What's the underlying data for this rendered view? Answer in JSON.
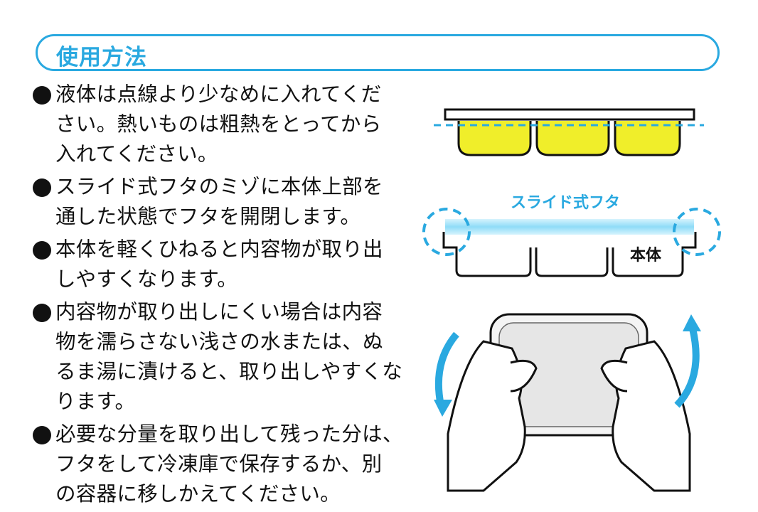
{
  "header": {
    "title": "使用方法"
  },
  "instructions": [
    {
      "text": "液体は点線より少なめに入れてくだ\nさい。熱いものは粗熱をとってから\n入れてください。"
    },
    {
      "text": "スライド式フタのミゾに本体上部を\n通した状態でフタを開閉します。"
    },
    {
      "text": "本体を軽くひねると内容物が取り出\nしやすくなります。"
    },
    {
      "text": "内容物が取り出しにくい場合は内容\n物を濡らさない浅さの水または、ぬ\nるま湯に漬けると、取り出しやすくな\nります。"
    },
    {
      "text": "必要な分量を取り出して残った分は、\nフタをして冷凍庫で保存するか、別\nの容器に移しかえてください。"
    }
  ],
  "diagram": {
    "lid_label": "スライド式フタ",
    "body_label": "本体"
  },
  "colors": {
    "accent": "#2aa9e0",
    "liquid": "#f0ee2a",
    "lid_glow": "#9fe2fb"
  }
}
